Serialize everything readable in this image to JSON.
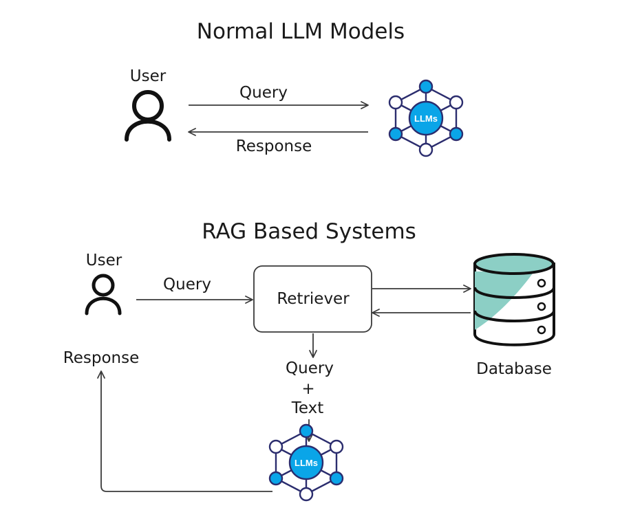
{
  "normal": {
    "title": "Normal LLM Models",
    "user_label": "User",
    "query_label": "Query",
    "response_label": "Response",
    "llm_label": "LLMs"
  },
  "rag": {
    "title": "RAG Based Systems",
    "user_label": "User",
    "query_label": "Query",
    "retriever_label": "Retriever",
    "database_label": "Database",
    "query_text_line1": "Query",
    "query_text_line2": "+",
    "query_text_line3": "Text",
    "response_label": "Response",
    "llm_label": "LLMs"
  },
  "colors": {
    "accent": "#0aa5e8",
    "network_stroke": "#2b2d6e",
    "database_fill": "#8ccfc5",
    "text": "#1a1a1a",
    "arrow": "#3a3a3a"
  }
}
